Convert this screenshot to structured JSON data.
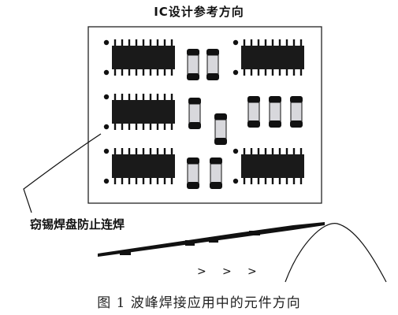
{
  "title": "IC设计参考方向",
  "callout_label": "窃锡焊盘防止连焊",
  "caption": "图 1    波峰焊接应用中的元件方向",
  "arrows": [
    ">",
    ">",
    ">"
  ],
  "colors": {
    "ink": "#111111",
    "ic_body": "#1a1a1a",
    "board": "#ffffff",
    "chip_body": "#d8d8dc"
  }
}
